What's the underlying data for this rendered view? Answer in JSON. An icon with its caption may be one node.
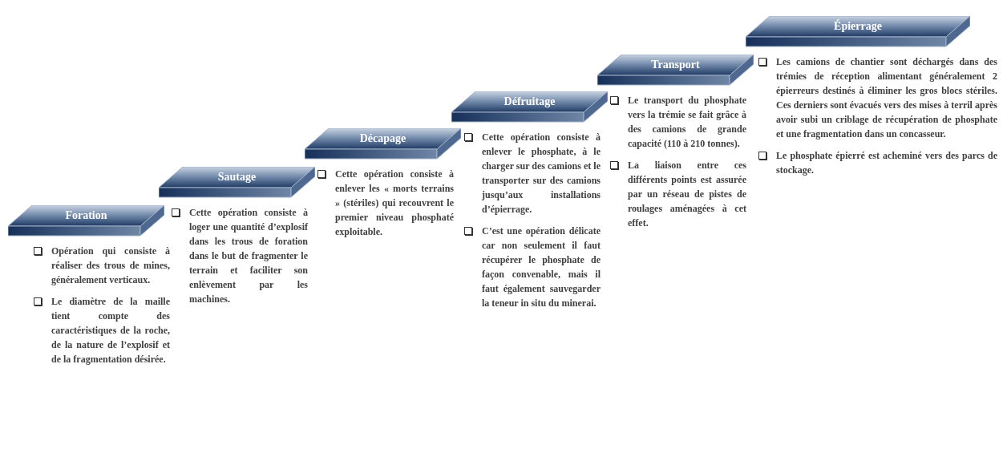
{
  "diagram": {
    "nodes": [
      {
        "text": [
          "Foration"
        ],
        "beside": [
          "Opération qui consiste à réaliser des trous de mines, généralement verticaux.",
          "Le diamètre de la maille tient compte des caractéristiques de la roche, de la nature de l’explosif et de la fragmentation désirée."
        ]
      },
      {
        "text": [
          "Sautage"
        ],
        "beside": [
          "Cette opération consiste à loger une quantité d’explosif dans les trous de foration dans le but de fragmenter le terrain et faciliter son enlèvement par les machines."
        ]
      },
      {
        "text": [
          "Décapage"
        ],
        "beside": [
          "Cette opération consiste à enlever les « morts terrains » (stériles) qui recouvrent le premier niveau phosphaté exploitable."
        ]
      },
      {
        "text": [
          "Défruitage"
        ],
        "beside": [
          "Cette opération consiste à enlever le phosphate, à le charger sur des camions et le transporter sur des camions jusqu’aux installations d’épierrage.",
          "C’est une opération délicate car non seulement il faut récupérer le phosphate de façon convenable, mais il faut également sauvegarder la teneur in situ du minerai."
        ]
      },
      {
        "text": [
          "Transport"
        ],
        "beside": [
          "Le transport du phosphate vers la trémie se fait grâce à des camions de grande capacité (110 à 210 tonnes).",
          "La liaison entre ces différents points est assurée par un réseau de pistes de roulages aménagées à cet effet."
        ]
      },
      {
        "text": [
          "Épierrage"
        ],
        "beside": [
          "Les camions de chantier sont déchargés dans des trémies de réception alimentant généralement 2 épierreurs destinés à éliminer les gros blocs stériles. Ces derniers sont évacués vers des mises à terril après avoir subi un criblage de récupération de phosphate et une fragmentation dans un concasseur.",
          "Le phosphate épierré est acheminé vers des parcs de stockage."
        ]
      }
    ]
  }
}
